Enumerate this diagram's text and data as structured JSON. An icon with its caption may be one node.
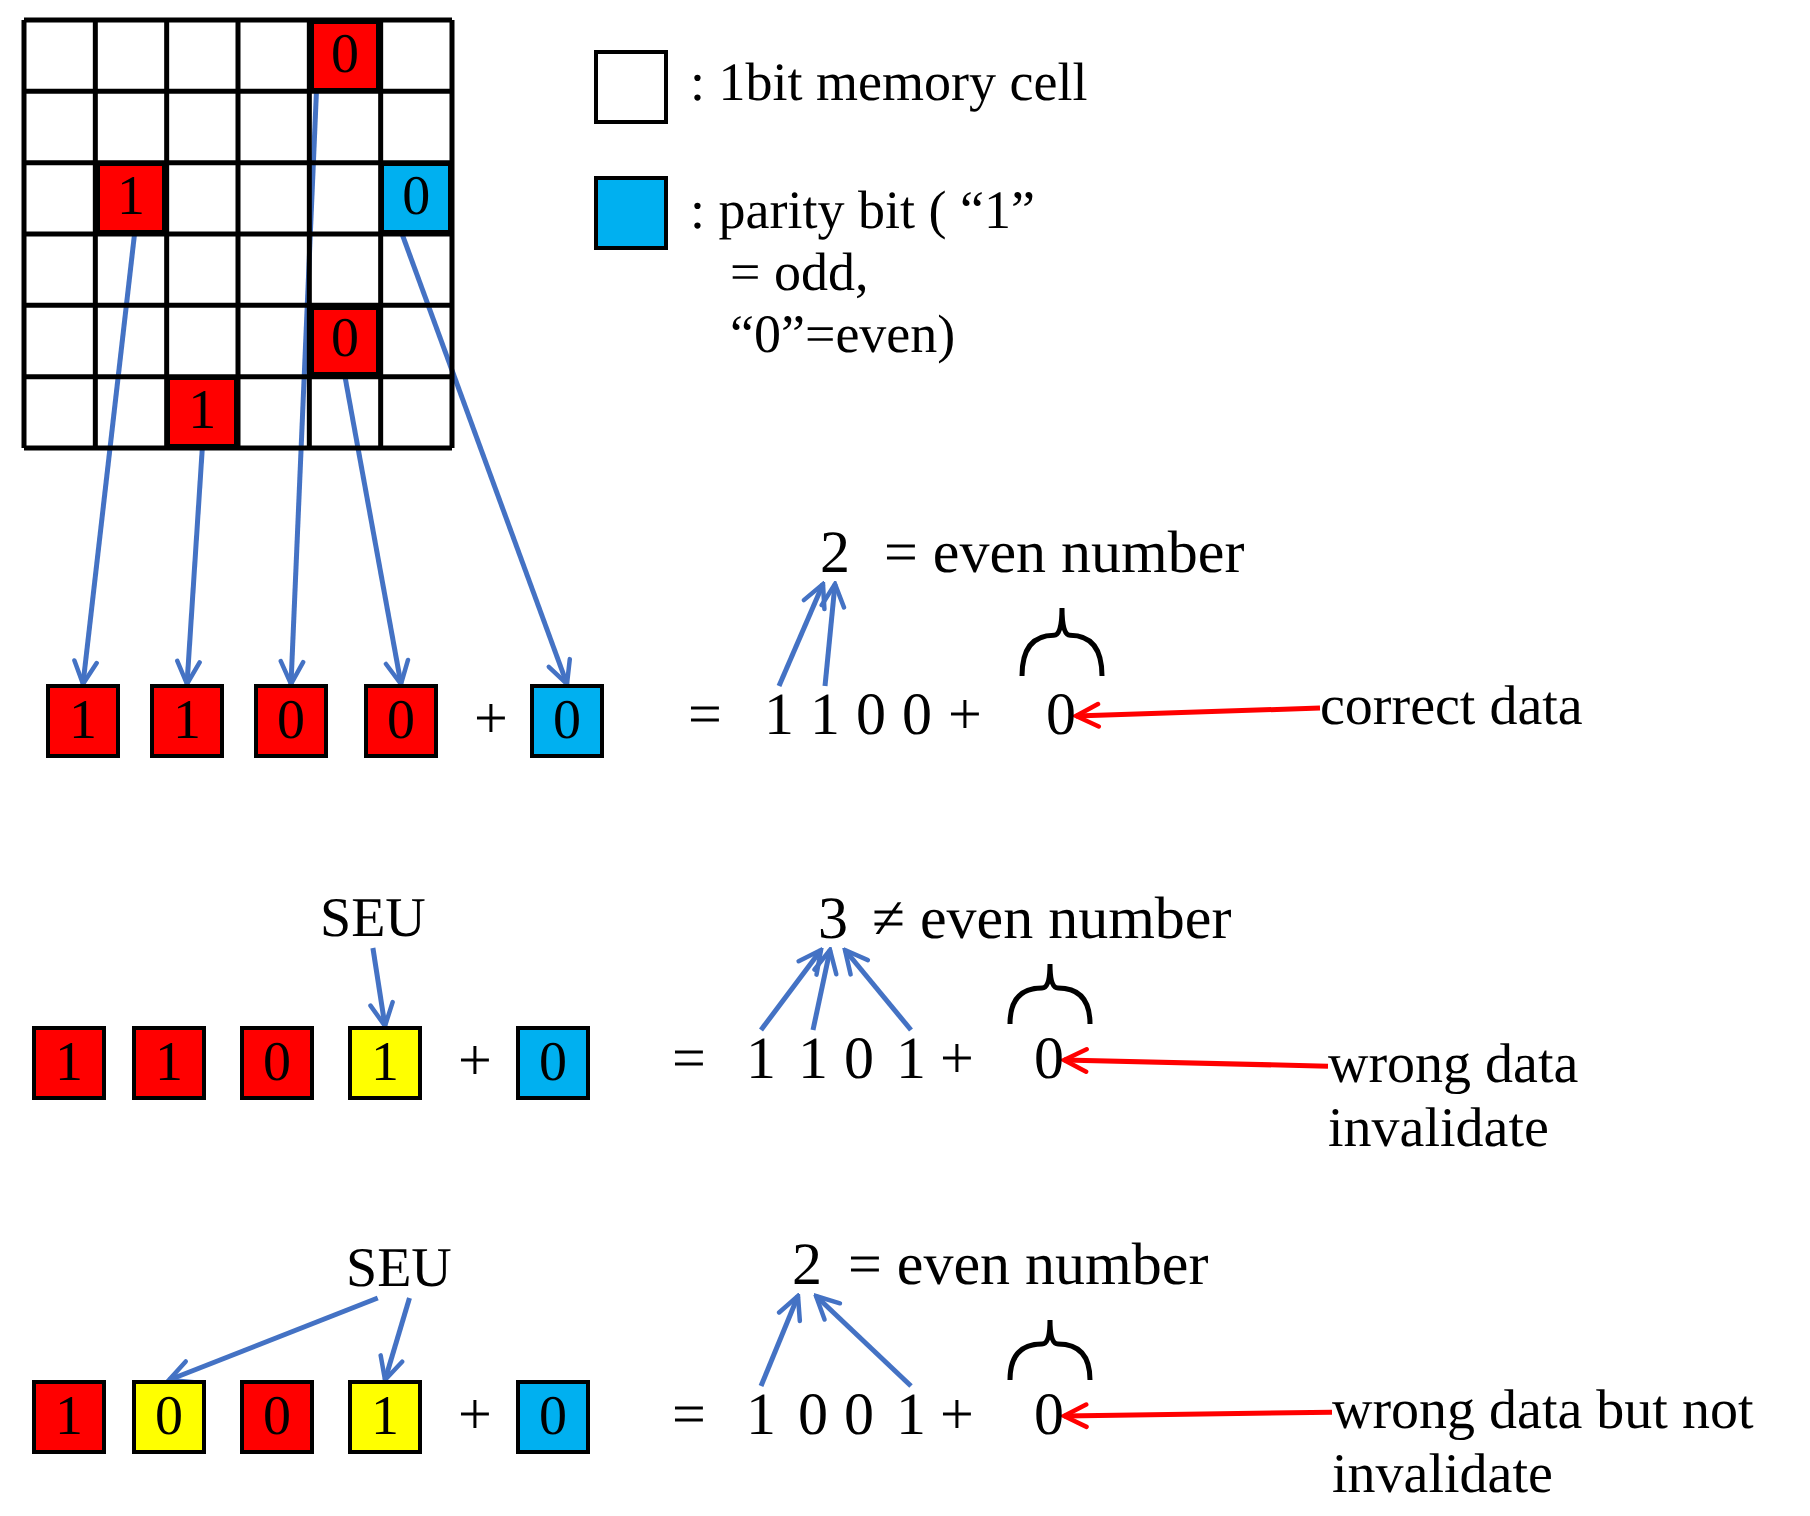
{
  "diagram": {
    "nodes": [
      {
        "text": [],
        "shape": "box"
      },
      {
        "text": [
          "0"
        ],
        "in": 0
      },
      {
        "text": [
          "1"
        ],
        "in": 0
      },
      {
        "text": [
          "0"
        ],
        "in": 0
      },
      {
        "text": [
          "0"
        ],
        "in": 0
      },
      {
        "text": [
          "1"
        ],
        "in": 0
      },
      {
        "text": [
          "2"
        ]
      },
      {
        "text": [
          "1"
        ]
      },
      {
        "text": [
          "1"
        ]
      },
      {
        "text": [
          "0"
        ]
      },
      {
        "text": [
          "0"
        ]
      },
      {
        "text": [
          "0"
        ]
      },
      {
        "text": [
          "1"
        ]
      },
      {
        "text": [
          "1"
        ]
      },
      {
        "text": [
          "0"
        ]
      },
      {
        "text": [
          "0"
        ]
      },
      {
        "text": [
          "0"
        ]
      },
      {
        "text": [
          "correct data"
        ]
      },
      {
        "text": [
          "SEU"
        ]
      },
      {
        "text": [
          "3"
        ]
      },
      {
        "text": [
          "1"
        ]
      },
      {
        "text": [
          "1"
        ]
      },
      {
        "text": [
          "0"
        ]
      },
      {
        "text": [
          "1"
        ]
      },
      {
        "text": [
          "0"
        ]
      },
      {
        "text": [
          "1"
        ]
      },
      {
        "text": [
          "1"
        ]
      },
      {
        "text": [
          "0"
        ]
      },
      {
        "text": [
          "1"
        ]
      },
      {
        "text": [
          "0"
        ]
      },
      {
        "text": [
          "wrong data invalidate"
        ]
      },
      {
        "text": [
          "SEU"
        ]
      },
      {
        "text": [
          "2"
        ]
      },
      {
        "text": [
          "1"
        ]
      },
      {
        "text": [
          "0"
        ]
      },
      {
        "text": [
          "0"
        ]
      },
      {
        "text": [
          "1"
        ]
      },
      {
        "text": [
          "0"
        ]
      },
      {
        "text": [
          "1"
        ]
      },
      {
        "text": [
          "0"
        ]
      },
      {
        "text": [
          "0"
        ]
      },
      {
        "text": [
          "1"
        ]
      },
      {
        "text": [
          "0"
        ]
      },
      {
        "text": [
          "wrong data but not invalidate"
        ]
      }
    ],
    "edges": [
      {
        "from": 2,
        "to": 7,
        "arrow": "to"
      },
      {
        "from": 5,
        "to": 8,
        "arrow": "to"
      },
      {
        "from": 1,
        "to": 9,
        "arrow": "to"
      },
      {
        "from": 4,
        "to": 10,
        "arrow": "to"
      },
      {
        "from": 3,
        "to": 11,
        "arrow": "to"
      },
      {
        "from": 12,
        "to": 6,
        "arrow": "to"
      },
      {
        "from": 13,
        "to": 6,
        "arrow": "to"
      },
      {
        "from": 17,
        "to": 16,
        "arrow": "to",
        "color": "#ff0000"
      },
      {
        "from": 18,
        "to": 23,
        "arrow": "to"
      },
      {
        "from": 25,
        "to": 19,
        "arrow": "to"
      },
      {
        "from": 26,
        "to": 19,
        "arrow": "to"
      },
      {
        "from": 28,
        "to": 19,
        "arrow": "to"
      },
      {
        "from": 30,
        "to": 29,
        "arrow": "to",
        "color": "#ff0000"
      },
      {
        "from": 31,
        "to": 34,
        "arrow": "to"
      },
      {
        "from": 31,
        "to": 36,
        "arrow": "to"
      },
      {
        "from": 38,
        "to": 32,
        "arrow": "to"
      },
      {
        "from": 41,
        "to": 32,
        "arrow": "to"
      },
      {
        "from": 43,
        "to": 42,
        "arrow": "to",
        "color": "#ff0000"
      }
    ],
    "labels": [
      "= even number",
      "+",
      "=",
      "+",
      "≠ even number",
      "+",
      "=",
      "+",
      "= even number",
      "+",
      "=",
      "+"
    ],
    "legend": [
      {
        "text": ": 1bit memory cell",
        "color": "#ffffff"
      },
      {
        "text": ": parity bit ( “1” = odd, “0”=even)",
        "color": "#00b0f0"
      }
    ]
  }
}
